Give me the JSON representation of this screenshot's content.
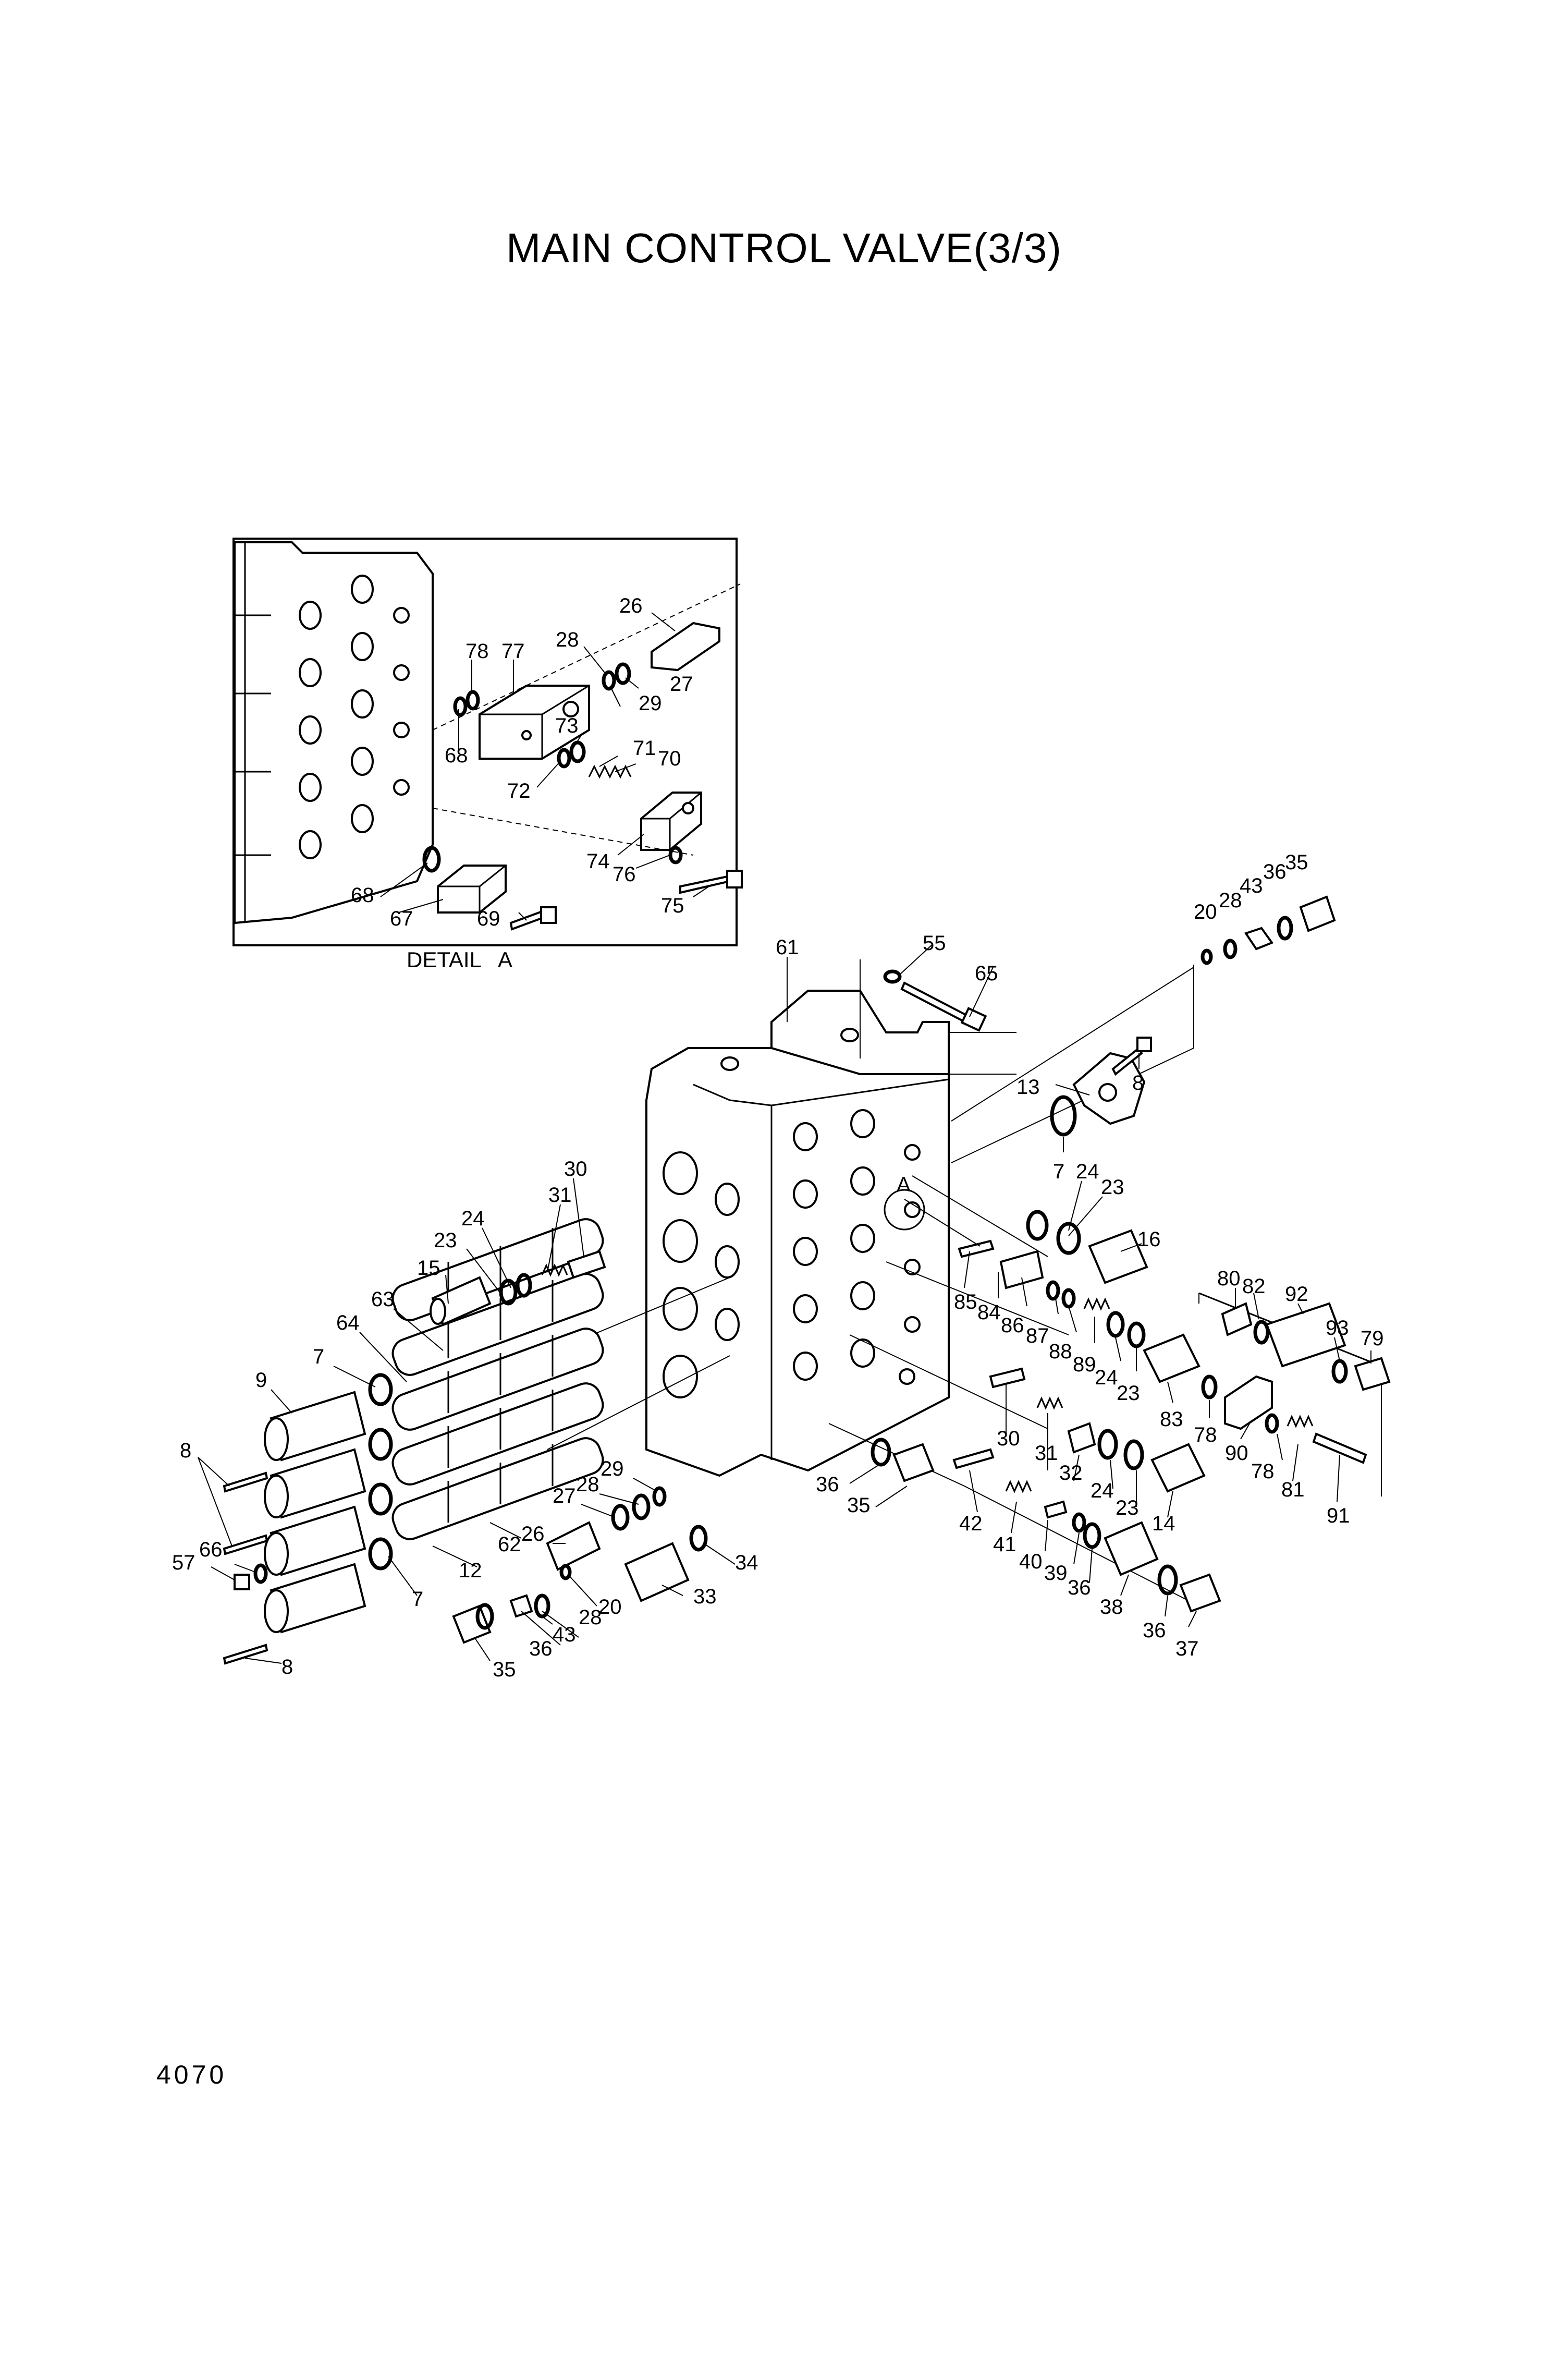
{
  "title": "MAIN CONTROL VALVE(3/3)",
  "page_number": "4070",
  "detail_caption": "DETAIL   A",
  "view_marker": "A",
  "labels": {
    "d26": "26",
    "d78": "78",
    "d77": "77",
    "d28": "28",
    "d29": "29",
    "d27": "27",
    "d73": "73",
    "d68a": "68",
    "d71": "71",
    "d70": "70",
    "d72": "72",
    "d68b": "68",
    "d67": "67",
    "d69": "69",
    "d74": "74",
    "d76": "76",
    "d75": "75",
    "m20a": "20",
    "m28a": "28",
    "m43a": "43",
    "m36a": "36",
    "m35a": "35",
    "m61": "61",
    "m55": "55",
    "m65": "65",
    "m13": "13",
    "m8a": "8",
    "m7a": "7",
    "m24a": "24",
    "m23a": "23",
    "m16": "16",
    "m30a": "30",
    "m31a": "31",
    "m24b": "24",
    "m23b": "23",
    "m15": "15",
    "m80": "80",
    "m82": "82",
    "m92": "92",
    "m93": "93",
    "m79": "79",
    "m85": "85",
    "m84": "84",
    "m86": "86",
    "m87": "87",
    "m88": "88",
    "m89": "89",
    "m24c": "24",
    "m23c": "23",
    "m83": "83",
    "m78a": "78",
    "m90": "90",
    "m78b": "78",
    "m81": "81",
    "m91": "91",
    "m63": "63",
    "m64": "64",
    "m7b": "7",
    "m9": "9",
    "m8b": "8",
    "m57": "57",
    "m66": "66",
    "m8c": "8",
    "m62": "62",
    "m12": "12",
    "m7c": "7",
    "m29": "29",
    "m28b": "28",
    "m27": "27",
    "m26": "26",
    "m20b": "20",
    "m43b": "43",
    "m36b": "36",
    "m28c": "28",
    "m35b": "35",
    "m33": "33",
    "m34": "34",
    "m36c": "36",
    "m35c": "35",
    "m30b": "30",
    "m31b": "31",
    "m32": "32",
    "m24d": "24",
    "m23d": "23",
    "m14": "14",
    "m42": "42",
    "m41": "41",
    "m40": "40",
    "m39": "39",
    "m36d": "36",
    "m38": "38",
    "m36e": "36",
    "m37": "37"
  }
}
